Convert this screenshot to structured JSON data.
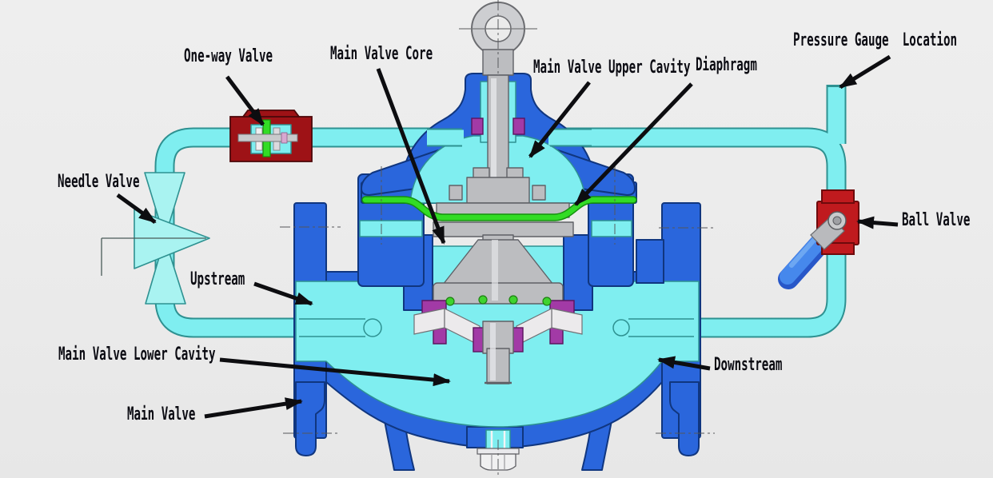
{
  "labels": {
    "one_way_valve": "One-way Valve",
    "main_valve_core": "Main Valve Core",
    "main_valve_upper_cavity": "Main Valve Upper Cavity",
    "diaphragm": "Diaphragm",
    "pressure_gauge_location": "Pressure Gauge  Location",
    "needle_valve": "Needle Valve",
    "ball_valve": "Ball Valve",
    "upstream": "Upstream",
    "main_valve_lower_cavity": "Main Valve Lower Cavity",
    "downstream": "Downstream",
    "main_valve": "Main Valve"
  },
  "colors": {
    "background": "#ebebeb",
    "body_blue": "#2a66dc",
    "body_outline": "#10367f",
    "fluid_cyan": "#7feef0",
    "pipe_outline": "#2e9191",
    "needle_cyan": "#a9f3f1",
    "diaphragm_green": "#32dc25",
    "green_outline": "#15900e",
    "check_valve_maroon": "#9e1216",
    "check_valve_outline": "#4d080a",
    "ball_valve_red": "#c01a1e",
    "handle_blue": "#4688ec",
    "metal_gray": "#bcbdc0",
    "metal_outline": "#5f6066",
    "seal_purple": "#a23aa6",
    "seal_outline": "#5c145e",
    "label_text": "#0b0b12",
    "arrow_black": "#0d0d10"
  }
}
